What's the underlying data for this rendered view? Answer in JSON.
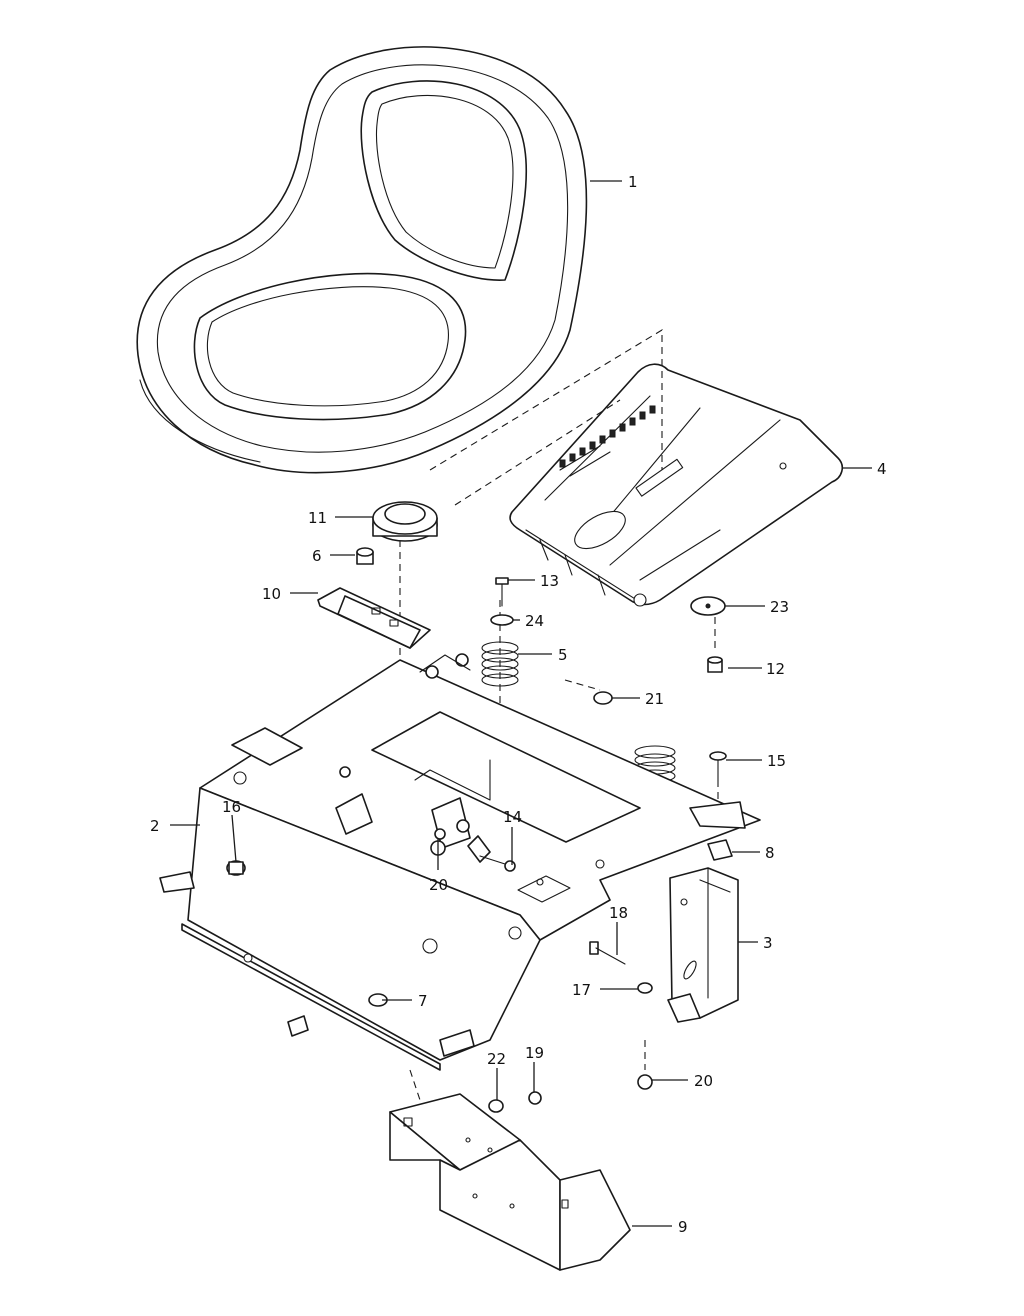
{
  "callouts": [
    {
      "id": "seat",
      "label": "1"
    },
    {
      "id": "frame",
      "label": "2"
    },
    {
      "id": "side-bracket",
      "label": "3"
    },
    {
      "id": "seat-pan",
      "label": "4"
    },
    {
      "id": "spring",
      "label": "5"
    },
    {
      "id": "bushing",
      "label": "6"
    },
    {
      "id": "plug",
      "label": "7"
    },
    {
      "id": "clip-nut",
      "label": "8"
    },
    {
      "id": "lower-bracket",
      "label": "9"
    },
    {
      "id": "switch-bracket",
      "label": "10"
    },
    {
      "id": "seat-switch",
      "label": "11"
    },
    {
      "id": "knob-12",
      "label": "12"
    },
    {
      "id": "bolt-13",
      "label": "13"
    },
    {
      "id": "pivot-bolt",
      "label": "14"
    },
    {
      "id": "screw-15",
      "label": "15"
    },
    {
      "id": "plug-16",
      "label": "16"
    },
    {
      "id": "pin-17",
      "label": "17"
    },
    {
      "id": "bolt-18",
      "label": "18"
    },
    {
      "id": "nut-19",
      "label": "19"
    },
    {
      "id": "nut-20-a",
      "label": "20"
    },
    {
      "id": "nut-20-b",
      "label": "20"
    },
    {
      "id": "nut-21",
      "label": "21"
    },
    {
      "id": "washer-22",
      "label": "22"
    },
    {
      "id": "washer-23",
      "label": "23"
    },
    {
      "id": "washer-24",
      "label": "24"
    }
  ]
}
